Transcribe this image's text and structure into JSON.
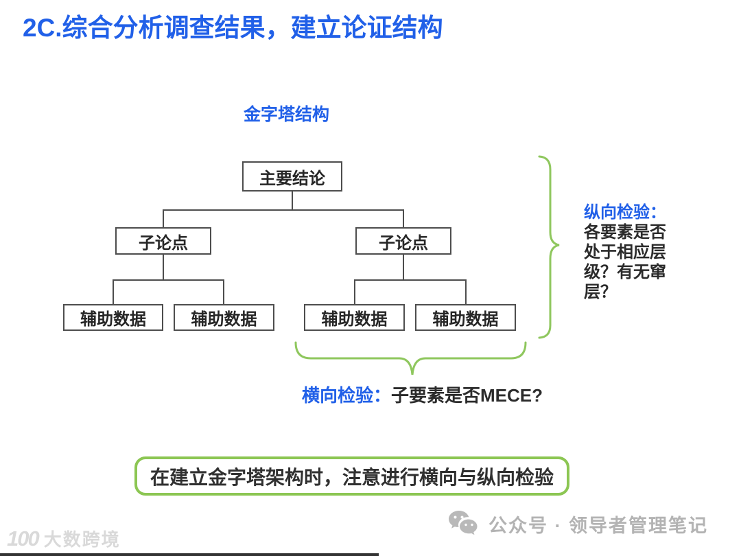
{
  "slide": {
    "title": "2C.综合分析调查结果，建立论证结构",
    "diagram_label": "金字塔结构",
    "tree": {
      "root": "主要结论",
      "branches": [
        "子论点",
        "子论点"
      ],
      "leaves": [
        "辅助数据",
        "辅助数据",
        "辅助数据",
        "辅助数据"
      ]
    },
    "vertical_check": {
      "label": "纵向检验：",
      "body": "各要素是否处于相应层级？有无窜层？"
    },
    "horizontal_check": {
      "label": "横向检验：",
      "body": "子要素是否MECE?"
    },
    "callout": "在建立金字塔架构时，注意进行横向与纵向检验",
    "footer": {
      "watermark_logo": "100",
      "watermark_text": "大数跨境",
      "account_text": "公众号 · 领导者管理笔记"
    },
    "colors": {
      "accent_blue": "#2160e8",
      "brace_green": "#8fc75e",
      "box_border": "#4d4d4d"
    }
  }
}
